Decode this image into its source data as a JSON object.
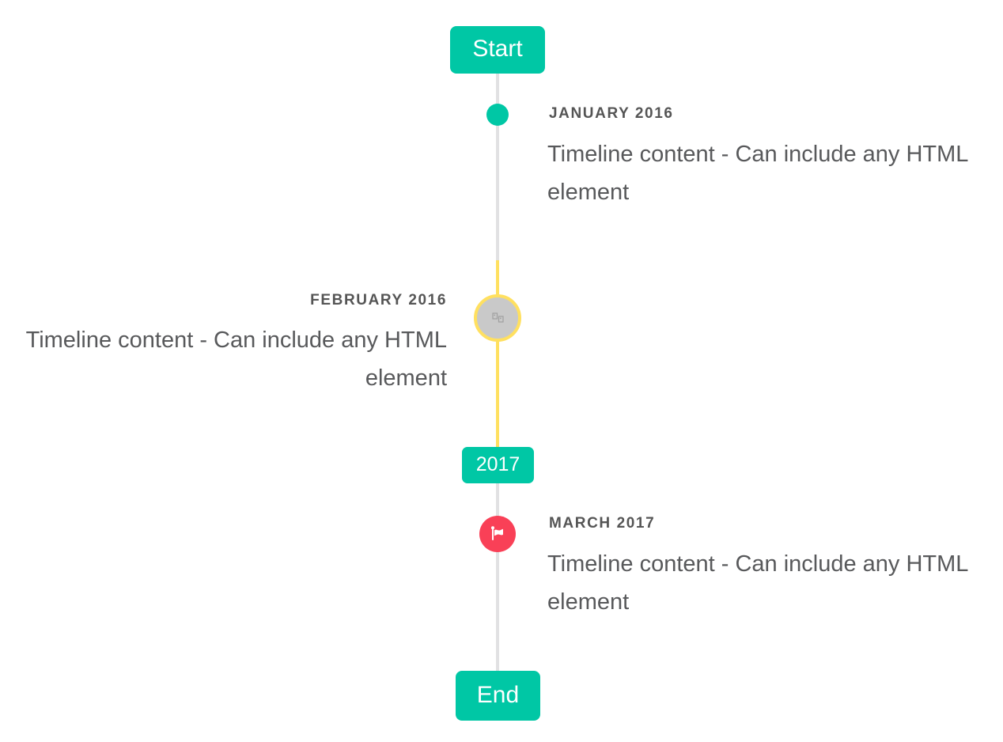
{
  "timeline": {
    "start_badge": "Start",
    "period_badge": "2017",
    "end_badge": "End",
    "items": [
      {
        "side": "right",
        "date_label": "JANUARY 2016",
        "content": "Timeline content - Can include any HTML element",
        "marker": "teal-dot"
      },
      {
        "side": "left",
        "date_label": "FEBRUARY 2016",
        "content": "Timeline content - Can include any HTML element",
        "marker": "gray-circle-with-broken-image"
      },
      {
        "side": "right",
        "date_label": "MARCH 2017",
        "content": "Timeline content - Can include any HTML element",
        "marker": "red-circle-with-flag"
      }
    ],
    "colors": {
      "accent_teal": "#00c7a5",
      "highlight_yellow": "#ffe060",
      "flag_red": "#f94057",
      "line_gray": "#e1e1e3",
      "image_circle_gray": "#c9c9c9",
      "label_text": "#555555",
      "content_text": "#58595b"
    },
    "icons": {
      "flag": "flag-icon",
      "broken_image": "broken-image-icon"
    }
  }
}
